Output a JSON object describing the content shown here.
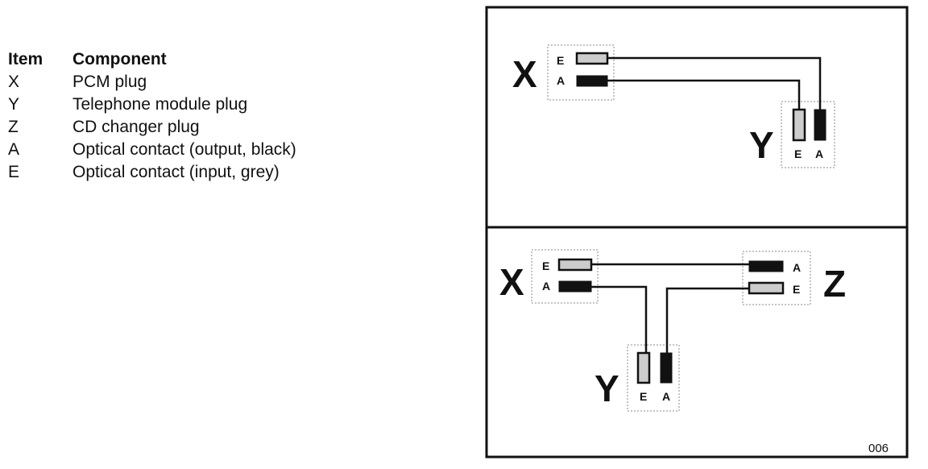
{
  "legend": {
    "header": {
      "item": "Item",
      "component": "Component"
    },
    "rows": [
      {
        "item": "X",
        "component": "PCM plug"
      },
      {
        "item": "Y",
        "component": "Telephone module plug"
      },
      {
        "item": "Z",
        "component": "CD changer plug"
      },
      {
        "item": "A",
        "component": "Optical contact (output, black)"
      },
      {
        "item": "E",
        "component": "Optical contact (input, grey)"
      }
    ]
  },
  "diagram": {
    "top_panel": {
      "plug_x": {
        "name": "X",
        "contact_e": "E",
        "contact_a": "A"
      },
      "plug_y": {
        "name": "Y",
        "contact_e": "E",
        "contact_a": "A"
      }
    },
    "bottom_panel": {
      "plug_x": {
        "name": "X",
        "contact_e": "E",
        "contact_a": "A"
      },
      "plug_z": {
        "name": "Z",
        "contact_a": "A",
        "contact_e": "E"
      },
      "plug_y": {
        "name": "Y",
        "contact_e": "E",
        "contact_a": "A"
      }
    },
    "figure_number": "006"
  },
  "colors": {
    "black_contact": "#111111",
    "grey_contact": "#cccccc",
    "line": "#111111",
    "dashed_box": "#888888"
  }
}
